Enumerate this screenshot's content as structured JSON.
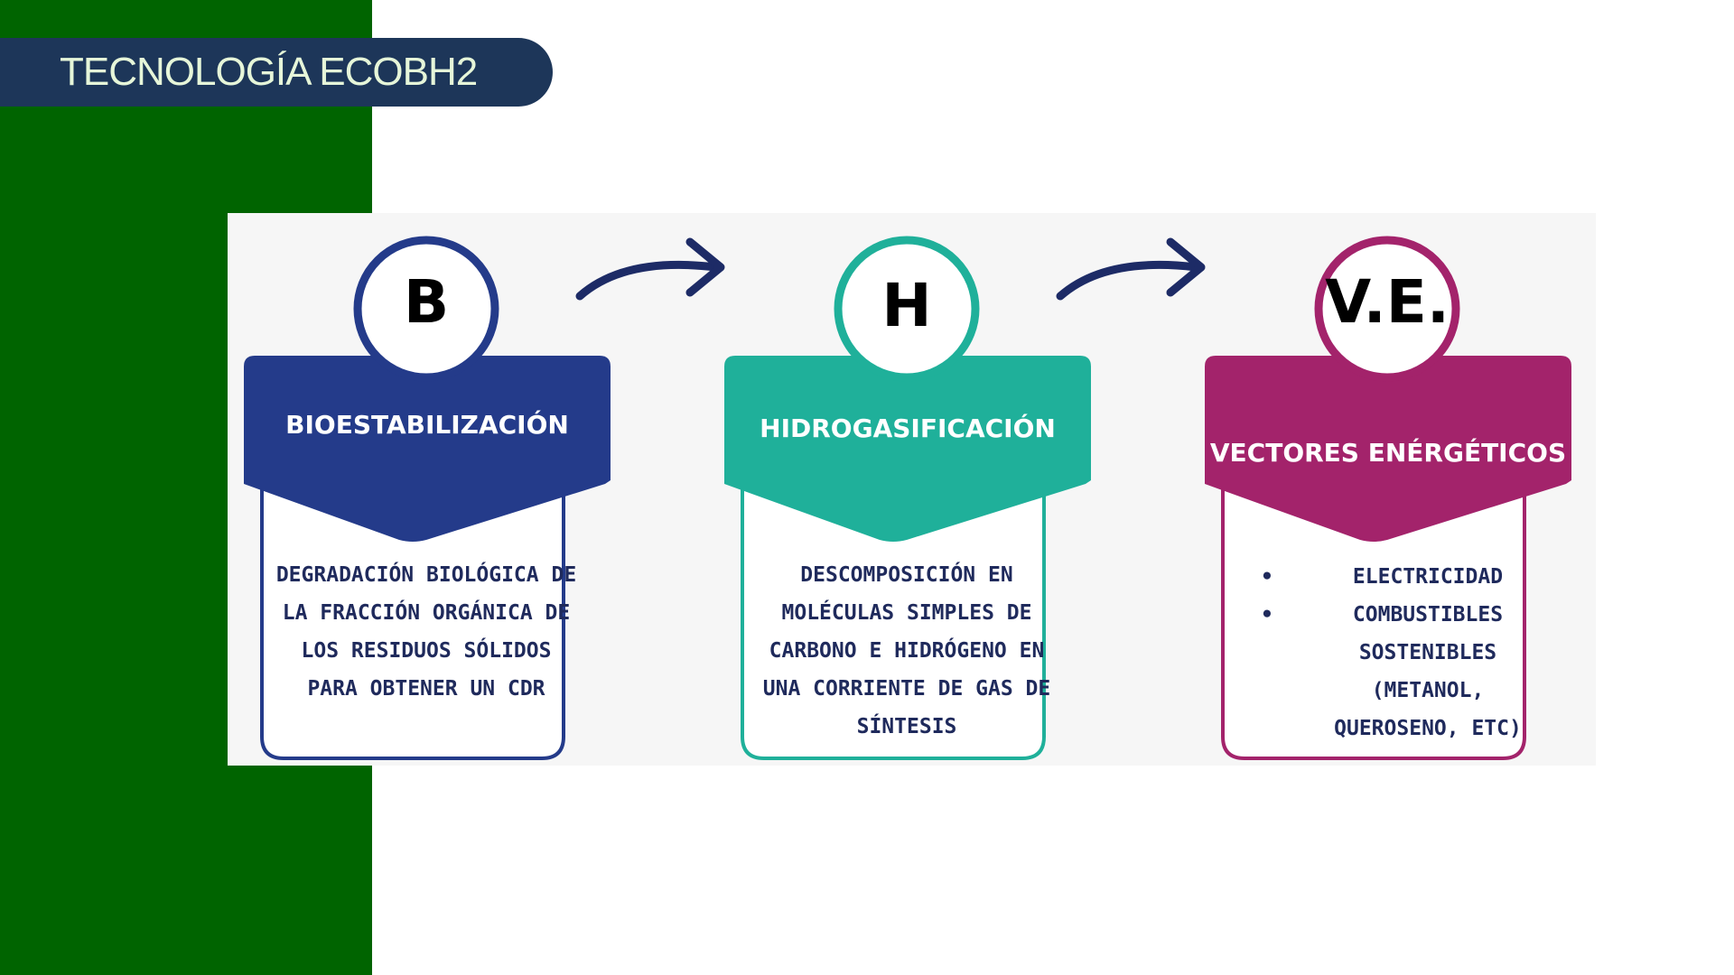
{
  "slide": {
    "title": "TECNOLOGÍA ECOBH2"
  },
  "colors": {
    "green": "#006400",
    "navy": "#1d3659",
    "blue": "#243b8a",
    "teal": "#1fb09a",
    "magenta": "#a3236b",
    "text": "#1f2a5c"
  },
  "steps": [
    {
      "letter": "B",
      "title": "BIOESTABILIZACIÓN",
      "description": "DEGRADACIÓN BIOLÓGICA DE LA FRACCIÓN ORGÁNICA DE LOS RESIDUOS SÓLIDOS PARA OBTENER UN CDR",
      "color": "#243b8a"
    },
    {
      "letter": "H",
      "title": "HIDROGASIFICACIÓN",
      "description": "DESCOMPOSICIÓN EN MOLÉCULAS SIMPLES DE CARBONO E HIDRÓGENO EN UNA CORRIENTE DE GAS DE SÍNTESIS",
      "color": "#1fb09a"
    },
    {
      "letter": "V.E.",
      "title": "VECTORES ENÉRGÉTICOS",
      "bullets": [
        "ELECTRICIDAD",
        "COMBUSTIBLES SOSTENIBLES (METANOL, QUEROSENO, ETC)"
      ],
      "color": "#a3236b"
    }
  ],
  "icons": [
    "arrow-right-icon",
    "arrow-right-icon"
  ]
}
